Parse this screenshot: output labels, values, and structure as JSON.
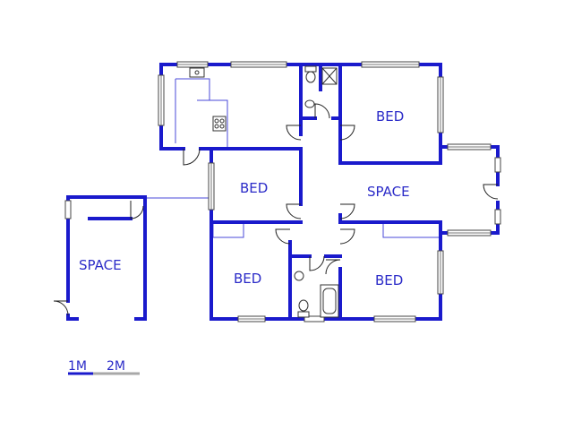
{
  "rooms": {
    "bed_top_right": "BED",
    "bed_middle": "BED",
    "space_right": "SPACE",
    "space_left": "SPACE",
    "bed_bottom_left": "BED",
    "bed_bottom_right": "BED"
  },
  "scale": {
    "label_1": "1M",
    "label_2": "2M"
  },
  "colors": {
    "wall": "#1a1acc",
    "label": "#2b2bc8"
  }
}
